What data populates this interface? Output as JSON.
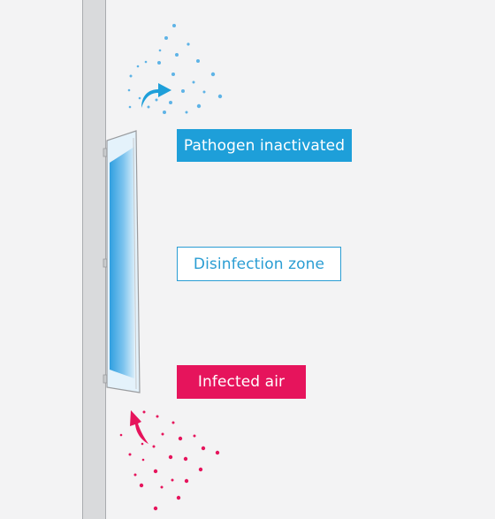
{
  "labels": {
    "pathogen_inactivated": "Pathogen inactivated",
    "disinfection_zone": "Disinfection zone",
    "infected_air": "Infected air"
  },
  "colors": {
    "background": "#f3f3f4",
    "wall": "#d9dadc",
    "clean_blue": "#1e9fd9",
    "infected_pink": "#e6145c",
    "uv_light": "#2f9fe0"
  },
  "icons": {
    "clean_arrow": "curved-arrow-up-right-icon",
    "infected_arrow": "curved-arrow-up-left-icon"
  }
}
